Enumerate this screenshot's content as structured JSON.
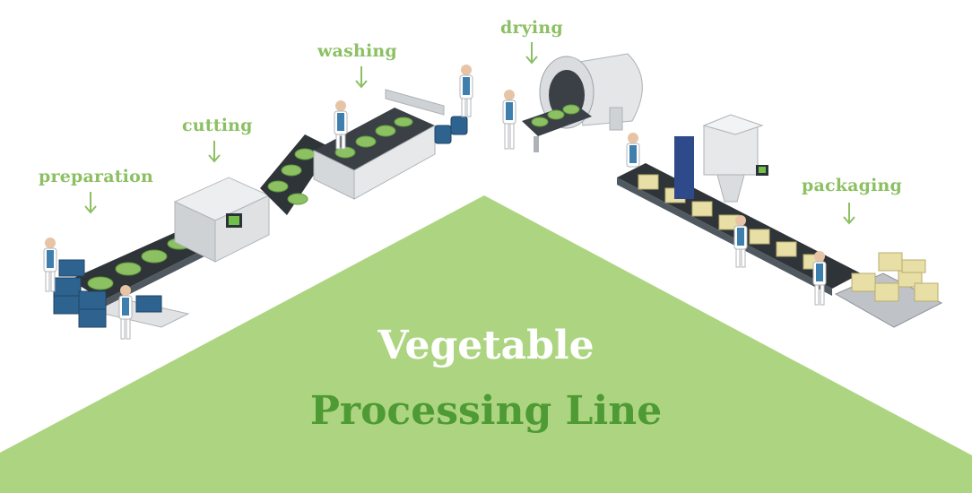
{
  "colors": {
    "accent_green": "#8cc063",
    "triangle_green": "#add581",
    "title_dark_green": "#4e9a35",
    "machine_gray": "#d7d9dc",
    "belt_dark": "#2f3438",
    "worker_blue": "#3f7fae",
    "crate_blue": "#2e6390",
    "box_beige": "#e8dfa7"
  },
  "steps": {
    "preparation": "preparation",
    "cutting": "cutting",
    "washing": "washing",
    "drying": "drying",
    "packaging": "packaging"
  },
  "title": {
    "line1": "Vegetable",
    "line2": "Processing Line"
  }
}
